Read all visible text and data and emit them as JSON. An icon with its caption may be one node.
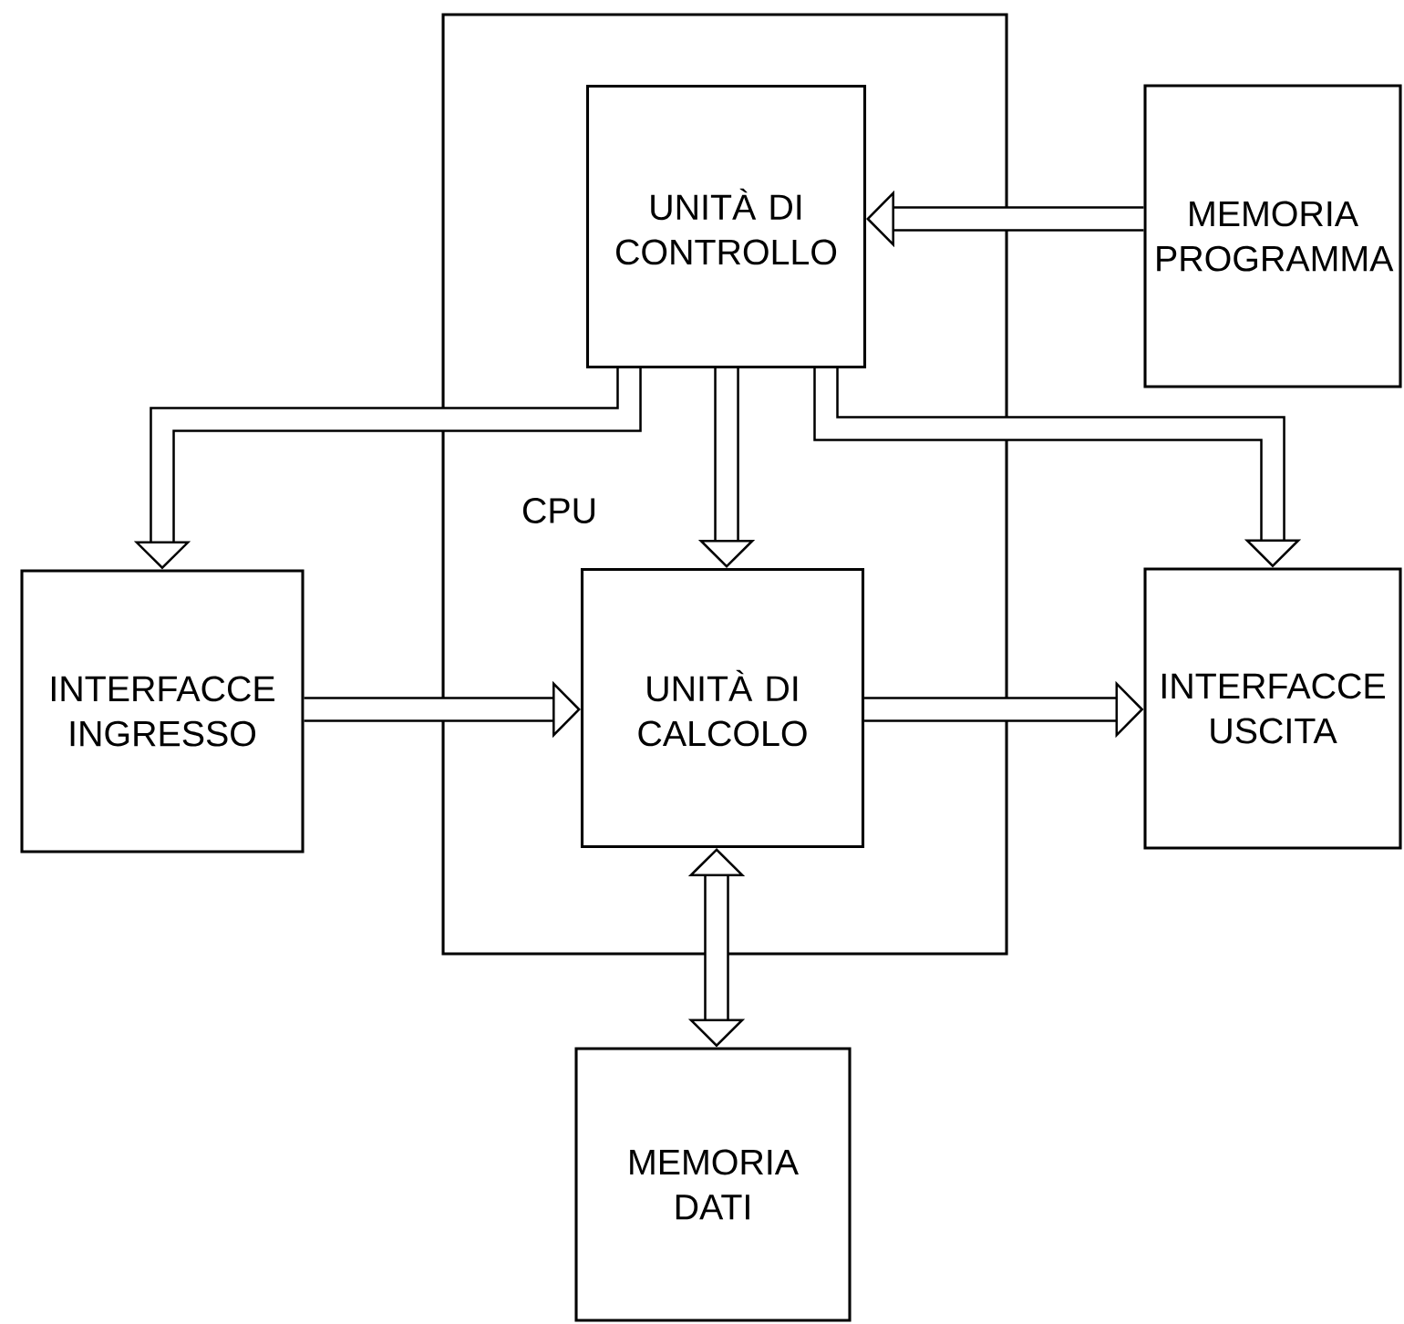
{
  "diagram": {
    "nodes": [
      {
        "text": [
          "CPU"
        ]
      },
      {
        "text": [
          "UNITÀ DI CONTROLLO"
        ],
        "in": 0
      },
      {
        "text": [
          "MEMORIA PROGRAMMA"
        ]
      },
      {
        "text": [
          "INTERFACCE INGRESSO"
        ]
      },
      {
        "text": [
          "UNITÀ DI CALCOLO"
        ],
        "in": 0
      },
      {
        "text": [
          "INTERFACCE USCITA"
        ]
      },
      {
        "text": [
          "MEMORIA DATI"
        ]
      }
    ],
    "edges": [
      {
        "from": 2,
        "to": 1,
        "arrow": "to"
      },
      {
        "from": 1,
        "to": 3,
        "arrow": "to"
      },
      {
        "from": 1,
        "to": 4,
        "arrow": "to"
      },
      {
        "from": 1,
        "to": 5,
        "arrow": "to"
      },
      {
        "from": 3,
        "to": 4,
        "arrow": "to"
      },
      {
        "from": 4,
        "to": 5,
        "arrow": "to"
      },
      {
        "from": 4,
        "to": 6,
        "arrow": "both"
      }
    ]
  }
}
